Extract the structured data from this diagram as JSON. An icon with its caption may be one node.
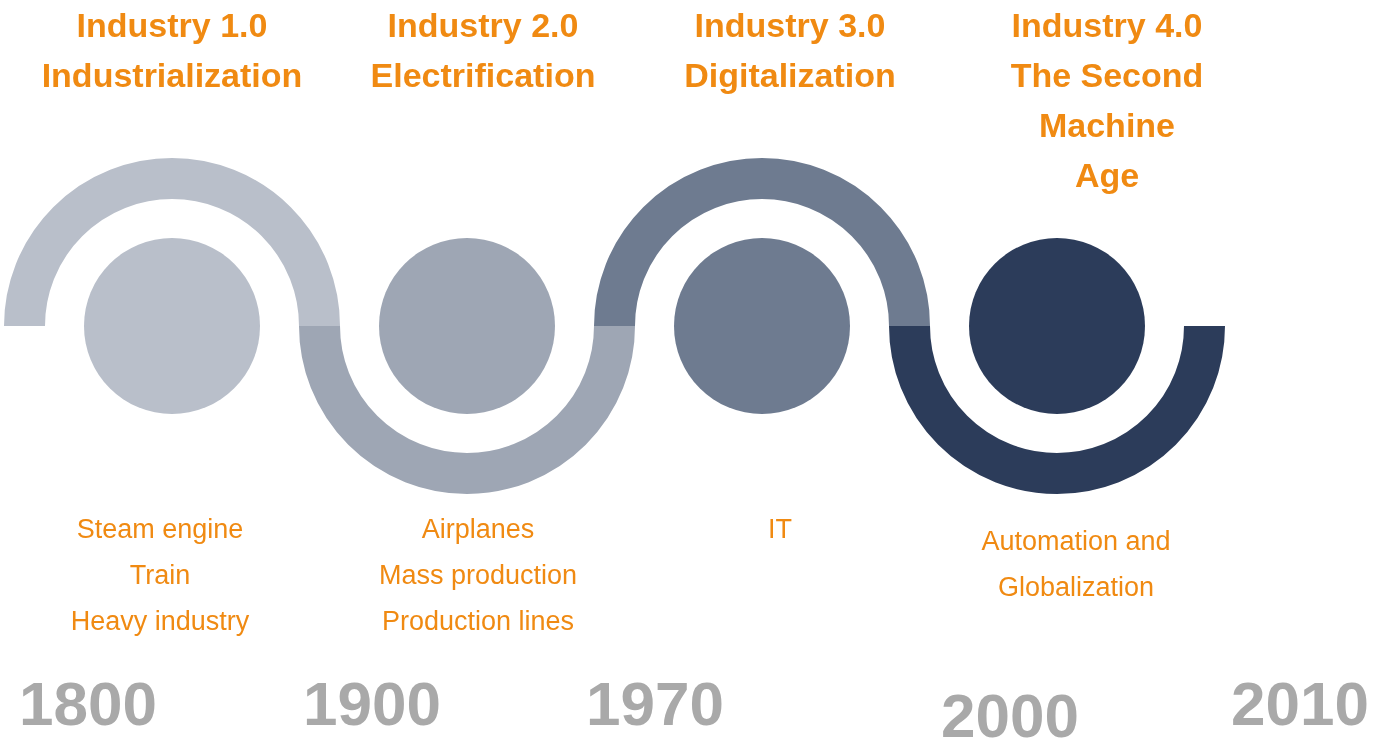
{
  "diagram": {
    "nodes": [
      {
        "text": [],
        "shape": "circle"
      },
      {
        "text": [],
        "shape": "circle"
      },
      {
        "text": [],
        "shape": "circle"
      },
      {
        "text": [],
        "shape": "circle"
      }
    ],
    "labels": [
      "Industry 1.0",
      "Industrialization",
      "Industry 2.0",
      "Electrification",
      "Industry 3.0",
      "Digitalization",
      "Industry 4.0",
      "The Second Machine Age",
      "Steam engine",
      "Train",
      "Heavy industry",
      "Airplanes",
      "Mass production",
      "Production lines",
      "IT",
      "Automation and Globalization",
      "1800",
      "1900",
      "1970",
      "2000",
      "2010"
    ]
  }
}
